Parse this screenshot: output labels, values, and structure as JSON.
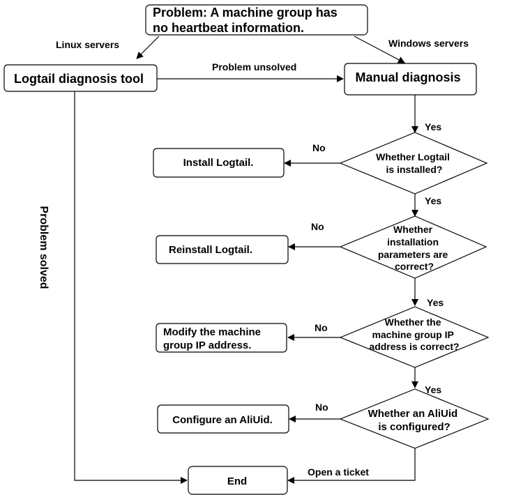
{
  "nodes": {
    "problem": {
      "lines": [
        "Problem: A machine group has",
        "no heartbeat information."
      ]
    },
    "logtail_tool": {
      "label": "Logtail diagnosis tool"
    },
    "manual": {
      "label": "Manual diagnosis"
    },
    "q_installed": {
      "lines": [
        "Whether  Logtail",
        "is installed?"
      ]
    },
    "q_params": {
      "lines": [
        "Whether",
        "installation",
        "parameters are",
        "correct?"
      ]
    },
    "q_ip": {
      "lines": [
        "Whether the",
        "machine group IP",
        "address is correct?"
      ]
    },
    "q_aliuid": {
      "lines": [
        "Whether an AliUid",
        "is configured?"
      ]
    },
    "install": {
      "label": "Install Logtail."
    },
    "reinstall": {
      "label": "Reinstall Logtail."
    },
    "modify_ip": {
      "lines": [
        "Modify the machine",
        "group IP address."
      ]
    },
    "configure": {
      "label": "Configure an AliUid."
    },
    "end": {
      "label": "End"
    }
  },
  "edges": {
    "linux": "Linux servers",
    "windows": "Windows servers",
    "unsolved": "Problem unsolved",
    "solved": "Problem solved",
    "yes": "Yes",
    "no": "No",
    "ticket": "Open a ticket"
  }
}
